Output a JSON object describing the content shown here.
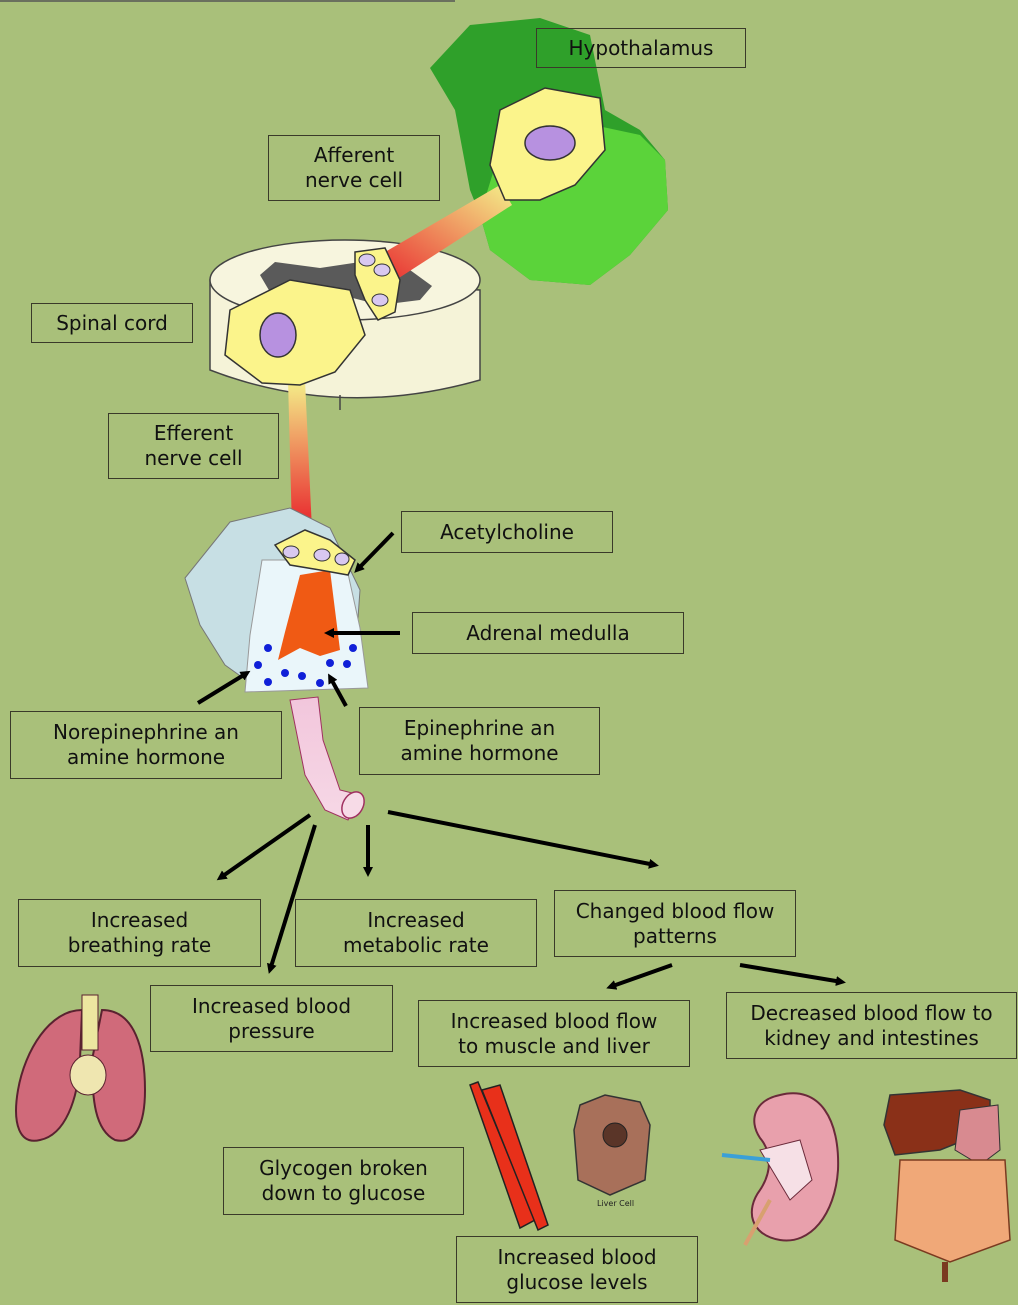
{
  "labels": {
    "hypothalamus": "Hypothalamus",
    "afferent": "Afferent\nnerve cell",
    "spinal_cord": "Spinal cord",
    "efferent": "Efferent\nnerve cell",
    "acetylcholine": "Acetylcholine",
    "adrenal_medulla": "Adrenal medulla",
    "norepinephrine": "Norepinephrine an\namine hormone",
    "epinephrine": "Epinephrine an\namine hormone",
    "breathing": "Increased\nbreathing rate",
    "metabolic": "Increased\nmetabolic rate",
    "blood_flow_patterns": "Changed blood flow\npatterns",
    "blood_pressure": "Increased blood\npressure",
    "muscle_liver": "Increased blood flow\nto muscle and liver",
    "kidney_intestines": "Decreased blood flow to\nkidney and intestines",
    "glycogen": "Glycogen broken\ndown to glucose",
    "glucose": "Increased blood\nglucose levels",
    "liver_cell": "Liver Cell"
  }
}
